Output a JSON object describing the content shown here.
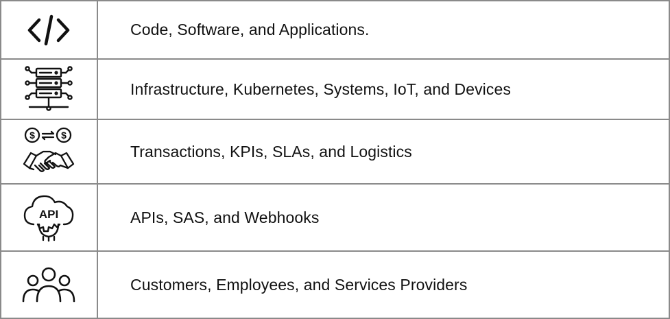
{
  "rows": [
    {
      "icon": "code-icon",
      "label": "Code, Software, and Applications."
    },
    {
      "icon": "server-network-icon",
      "label": "Infrastructure, Kubernetes, Systems, IoT, and Devices"
    },
    {
      "icon": "handshake-money-icon",
      "label": "Transactions, KPIs, SLAs, and Logistics"
    },
    {
      "icon": "api-cloud-gear-icon",
      "label": "APIs, SAS, and Webhooks",
      "icon_text": "API"
    },
    {
      "icon": "people-group-icon",
      "label": "Customers, Employees, and Services Providers"
    }
  ]
}
